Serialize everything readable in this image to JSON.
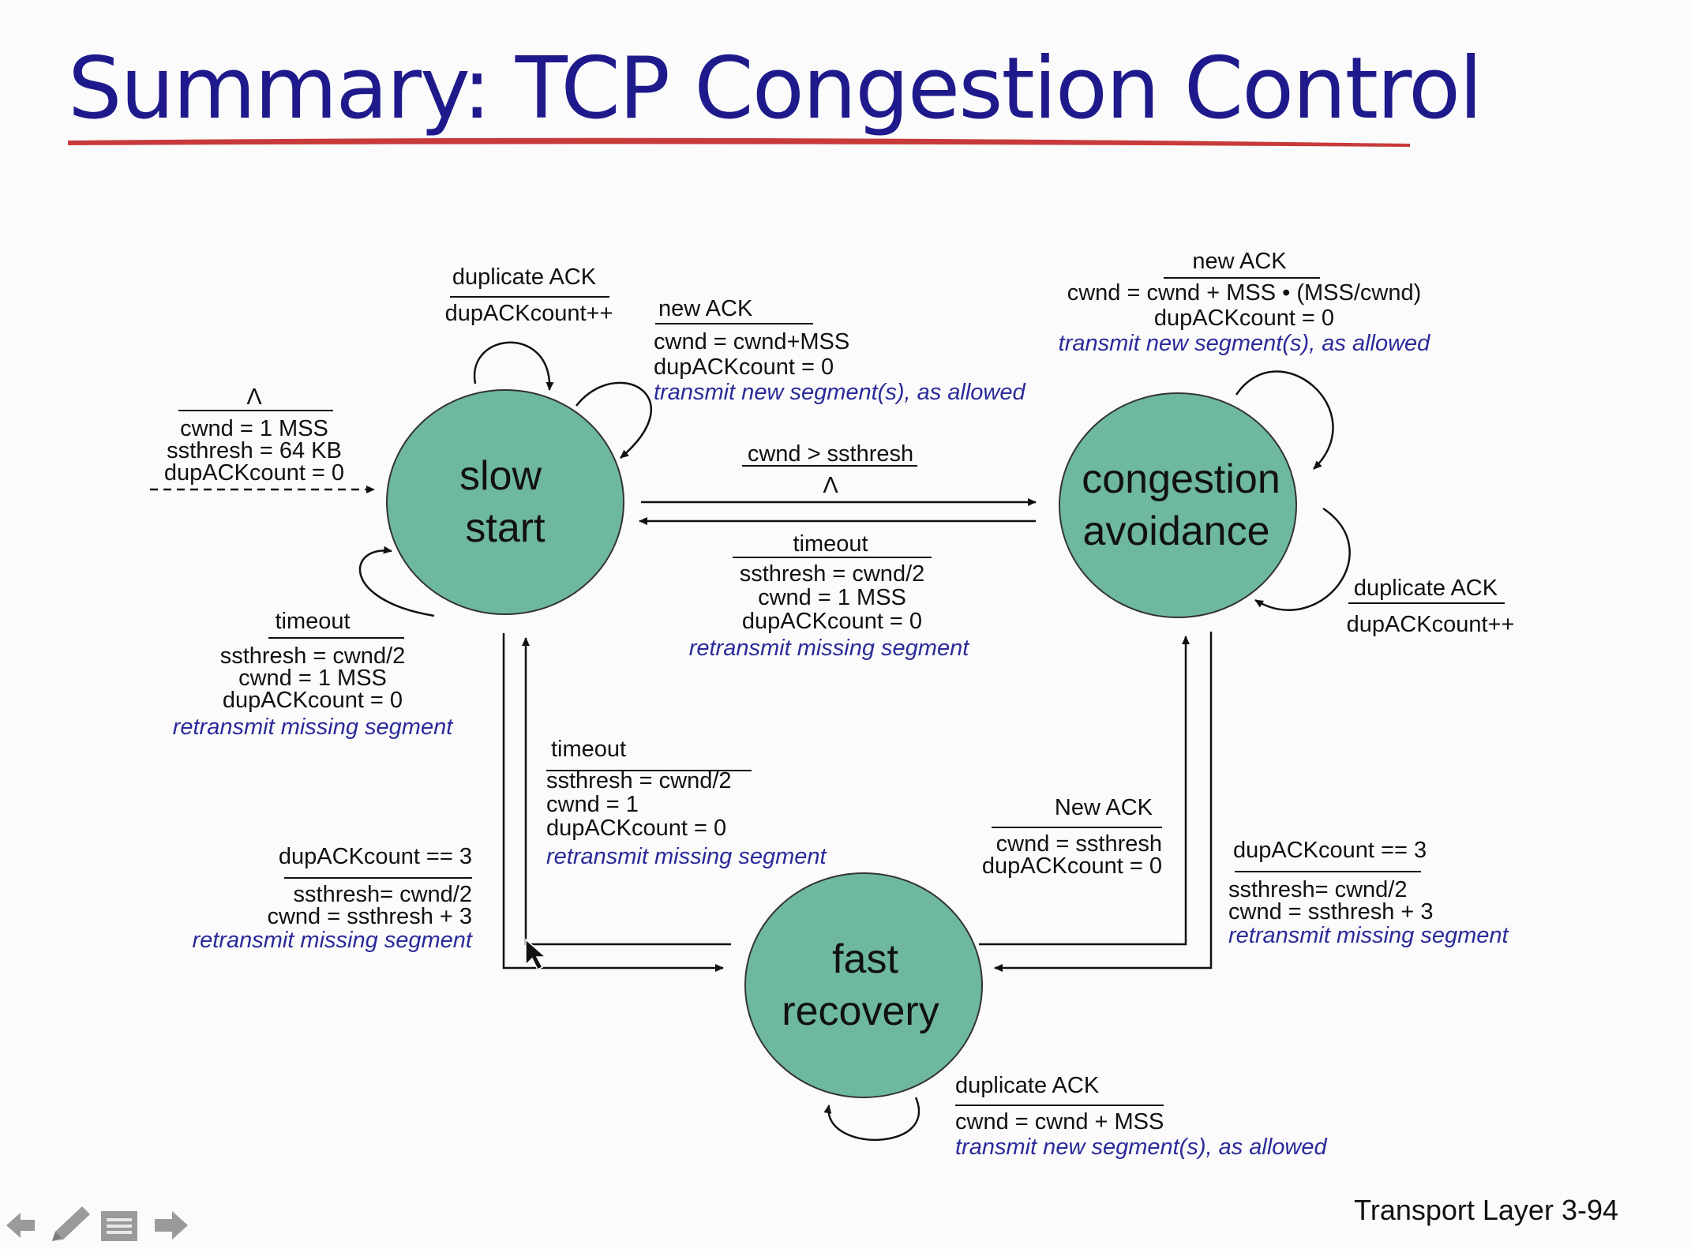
{
  "title": "Summary: TCP Congestion Control",
  "footer": "Transport Layer 3-94",
  "colors": {
    "title": "#1f1a8c",
    "underline": "#c83a3a",
    "state_fill": "#6fb8a0",
    "action_text": "#2a2a9a"
  },
  "states": {
    "slow_start": [
      "slow",
      "start"
    ],
    "congestion_avoidance": [
      "congestion",
      "avoidance"
    ],
    "fast_recovery": [
      "fast",
      "recovery"
    ]
  },
  "transitions": {
    "init": {
      "event": "Λ",
      "actions": [
        "cwnd = 1 MSS",
        "ssthresh = 64 KB",
        "dupACKcount = 0"
      ]
    },
    "ss_dup": {
      "event": "duplicate ACK",
      "actions": [
        "dupACKcount++"
      ]
    },
    "ss_new": {
      "event": "new ACK",
      "actions": [
        "cwnd = cwnd+MSS",
        "dupACKcount = 0"
      ],
      "italic": "transmit new segment(s), as allowed"
    },
    "ss_timeout": {
      "event": "timeout",
      "actions": [
        "ssthresh = cwnd/2",
        "cwnd = 1 MSS",
        "dupACKcount = 0"
      ],
      "italic": "retransmit missing segment"
    },
    "ss_to_ca": {
      "event": "cwnd > ssthresh",
      "actions": [
        "Λ"
      ]
    },
    "ca_to_ss": {
      "event": "timeout",
      "actions": [
        "ssthresh = cwnd/2",
        "cwnd = 1 MSS",
        "dupACKcount = 0"
      ],
      "italic": "retransmit missing segment"
    },
    "ca_new": {
      "event": "new ACK",
      "actions": [
        "cwnd = cwnd + MSS • (MSS/cwnd)",
        "dupACKcount = 0"
      ],
      "italic": "transmit new segment(s), as allowed"
    },
    "ca_dup": {
      "event": "duplicate ACK",
      "actions": [
        "dupACKcount++"
      ]
    },
    "fr_to_ss": {
      "event": "timeout",
      "actions": [
        "ssthresh = cwnd/2",
        "cwnd = 1",
        "dupACKcount = 0"
      ],
      "italic": "retransmit missing segment"
    },
    "ss_to_fr": {
      "event": "dupACKcount == 3",
      "actions": [
        "ssthresh= cwnd/2",
        "cwnd = ssthresh + 3"
      ],
      "italic": "retransmit missing segment"
    },
    "fr_to_ca": {
      "event": "New ACK",
      "actions": [
        "cwnd = ssthresh",
        "dupACKcount = 0"
      ]
    },
    "ca_to_fr": {
      "event": "dupACKcount == 3",
      "actions": [
        "ssthresh= cwnd/2",
        "cwnd = ssthresh + 3"
      ],
      "italic": "retransmit missing segment"
    },
    "fr_dup": {
      "event": "duplicate ACK",
      "actions": [
        "cwnd = cwnd + MSS"
      ],
      "italic": "transmit new segment(s), as allowed"
    }
  },
  "nav_icons": [
    "back-arrow-icon",
    "pen-icon",
    "menu-icon",
    "forward-arrow-icon"
  ]
}
